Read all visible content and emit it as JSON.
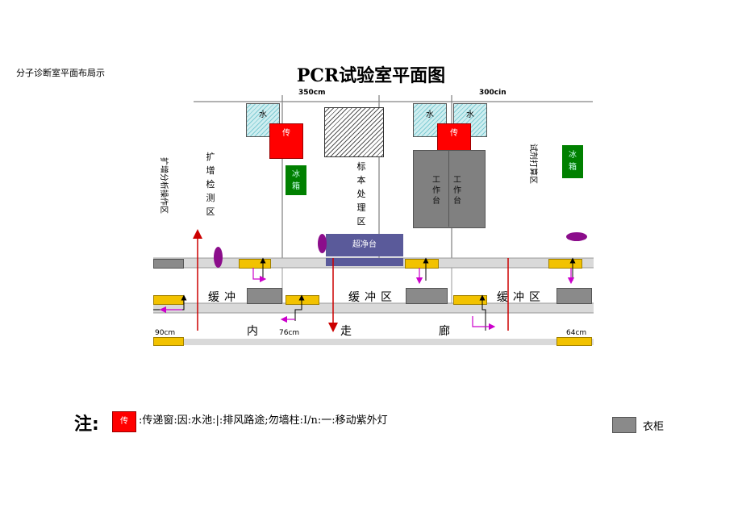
{
  "header": {
    "caption": "分子诊断室平面布局示",
    "title": "PCR试验室平面图",
    "dim_350": "350cm",
    "dim_300": "300cin"
  },
  "rooms": {
    "amp_zone": "扩增检测区",
    "sample_zone": "标本处理区",
    "amp_vertical": "扩增分析操作区",
    "reagent_vertical": "试剂打算区"
  },
  "equipment": {
    "sink_label": "水",
    "pass_label": "传",
    "fridge_label": "冰箱",
    "workbench_label": "工作台",
    "clean_bench": "超净台"
  },
  "corridor": {
    "buffer_1": "缓冲",
    "buffer_2": "缓冲区",
    "buffer_3": "缓冲区",
    "inner": "内",
    "walk": "走",
    "hall": "廊",
    "dim_90": "90cm",
    "dim_76": "76cm",
    "dim_64": "64cm"
  },
  "legend": {
    "note_label": "注:",
    "pass_symbol": "传",
    "text": ":传递窗:因:水池:|:排风路途;勿墙柱:I/n:一:移动紫外灯",
    "cabinet": "衣柜"
  },
  "colors": {
    "pass_window": "#ff0000",
    "fridge": "#008000",
    "locker": "#f2c200",
    "clean_bench": "#5a5a9a",
    "uv_lamp": "#8b0d8b",
    "airflow": "#cc0000",
    "cabinet": "#8a8a8a"
  }
}
